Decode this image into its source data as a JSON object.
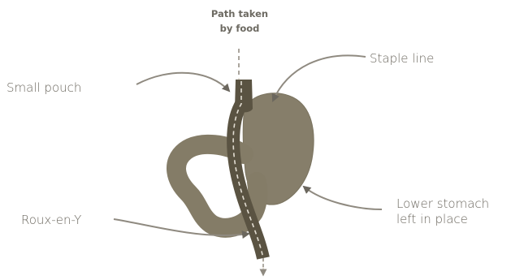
{
  "labels": {
    "path_line1": "Path taken",
    "path_line2": "by food",
    "staple_line": "Staple line",
    "small_pouch": "Small pouch",
    "lower_line1": "Lower stomach",
    "lower_line2": "left in place",
    "roux": "Roux-en-Y"
  },
  "colors": {
    "organ": "#867e6a",
    "organ_dark": "#5a5342",
    "arrow": "#8f8a80",
    "text": "#6b675e"
  }
}
